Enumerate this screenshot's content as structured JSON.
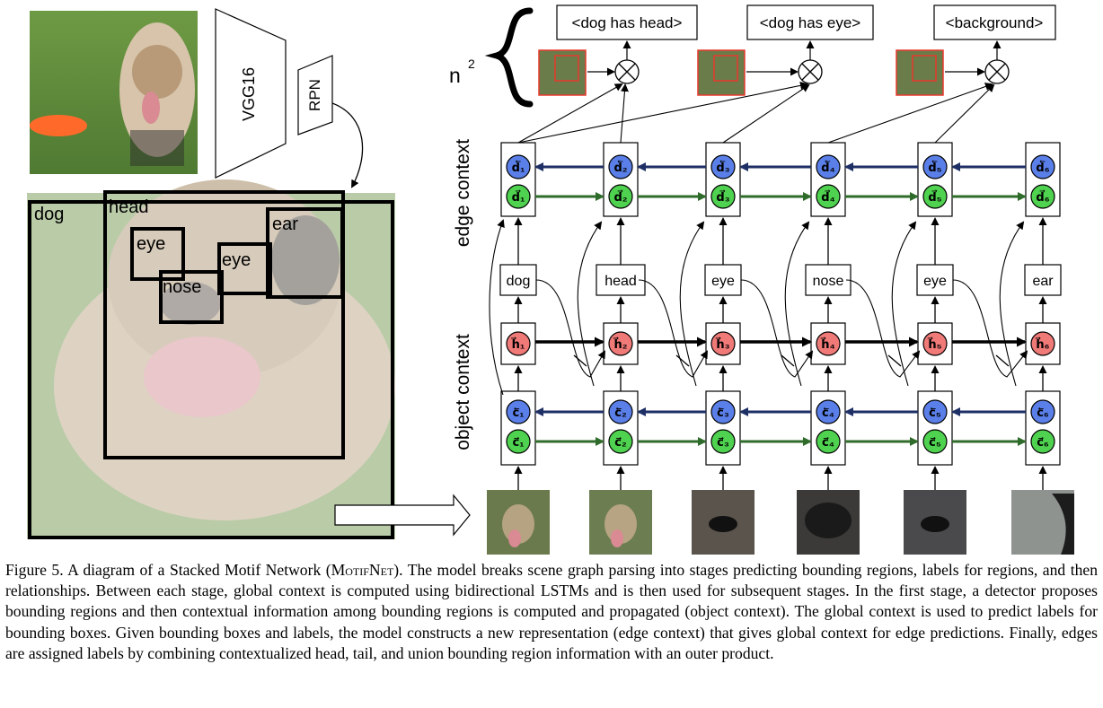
{
  "pipeline": {
    "backbone_label": "VGG16",
    "rpn_label": "RPN"
  },
  "detections": [
    {
      "label": "dog"
    },
    {
      "label": "head"
    },
    {
      "label": "eye"
    },
    {
      "label": "eye"
    },
    {
      "label": "ear"
    },
    {
      "label": "nose"
    }
  ],
  "edge_outputs": {
    "n_symbol": "n",
    "n_power": "2",
    "predicates": [
      {
        "label": "<dog has head>"
      },
      {
        "label": "<dog has eye>"
      },
      {
        "label": "<background>"
      }
    ]
  },
  "stage_labels": {
    "edge": "edge context",
    "object": "object context"
  },
  "object_labels": [
    "dog",
    "head",
    "eye",
    "nose",
    "eye",
    "ear"
  ],
  "units": {
    "d_backward": [
      "d⃖₁",
      "d⃖₂",
      "d⃖₃",
      "d⃖₄",
      "d⃖₅",
      "d⃖₆"
    ],
    "d_forward": [
      "d⃗₁",
      "d⃗₂",
      "d⃗₃",
      "d⃗₄",
      "d⃗₅",
      "d⃗₆"
    ],
    "h": [
      "h⃗₁",
      "h⃗₂",
      "h⃗₃",
      "h⃗₄",
      "h⃗₅",
      "h⃗₆"
    ],
    "c_backward": [
      "c⃖₁",
      "c⃖₂",
      "c⃖₃",
      "c⃖₄",
      "c⃖₅",
      "c⃖₆"
    ],
    "c_forward": [
      "c⃗₁",
      "c⃗₂",
      "c⃗₃",
      "c⃗₄",
      "c⃗₅",
      "c⃗₆"
    ]
  },
  "colors": {
    "blue_unit": "#5a7fe8",
    "green_unit": "#4fd24f",
    "red_unit": "#f07a78",
    "blue_arrow": "#1e2f66",
    "green_arrow": "#2f6b2a",
    "crop_border": "#e8382d",
    "grass": "#5f8a3e",
    "dog_tan": "#c8ae8e",
    "tongue": "#d98a93"
  },
  "caption": {
    "figure_number": "Figure 5.",
    "text_before_name": " A diagram of a Stacked Motif Network  (",
    "model_name": "MotifNet",
    "text_after_name": "). The model breaks scene graph parsing into stages predicting bounding regions, labels for regions, and then relationships. Between each stage, global context is computed using bidirectional LSTMs and is then used for subsequent stages.  In the first stage, a detector proposes bounding regions and then contextual information among bounding regions is computed and propagated (object context). The global context is used to predict labels for bounding boxes.  Given bounding boxes and labels, the model constructs a new representation (edge context) that gives global context for edge predictions.  Finally, edges are assigned labels by combining contextualized head, tail, and union bounding region information with an outer product."
  }
}
